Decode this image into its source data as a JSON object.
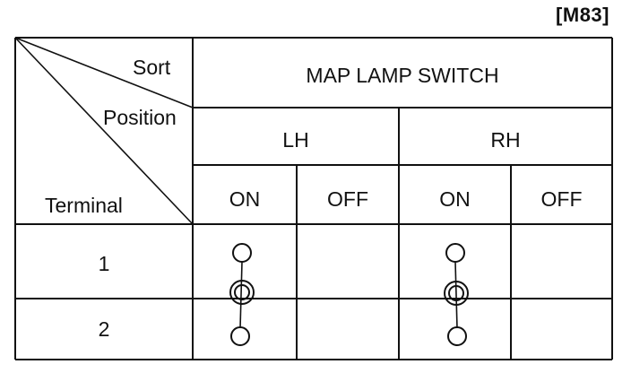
{
  "reference_code": "[M83]",
  "header": {
    "sort_label": "Sort",
    "position_label": "Position",
    "terminal_label": "Terminal",
    "title": "MAP LAMP SWITCH"
  },
  "groups": [
    {
      "name": "LH",
      "columns": [
        "ON",
        "OFF"
      ]
    },
    {
      "name": "RH",
      "columns": [
        "ON",
        "OFF"
      ]
    }
  ],
  "terminals": [
    "1",
    "2"
  ],
  "continuity": [
    {
      "group": "LH",
      "column": "ON",
      "connected_terminals": [
        "1",
        "2"
      ]
    },
    {
      "group": "RH",
      "column": "ON",
      "connected_terminals": [
        "1",
        "2"
      ]
    }
  ]
}
